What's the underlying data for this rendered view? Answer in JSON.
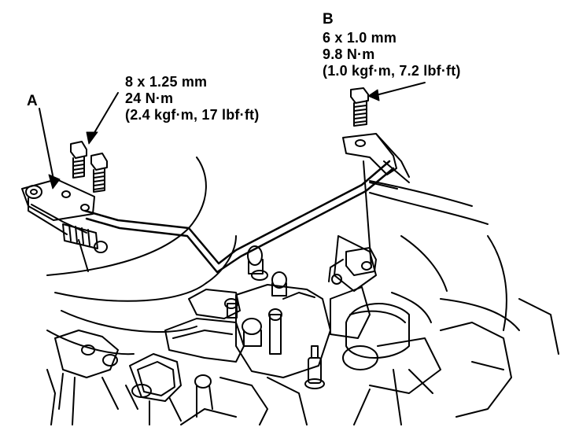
{
  "callouts": {
    "a": {
      "letter": "A",
      "size": "8 x 1.25 mm",
      "torque_nm": "24 N·m",
      "torque_alt": "(2.4 kgf·m, 17 lbf·ft)"
    },
    "b": {
      "letter": "B",
      "size": "6 x 1.0 mm",
      "torque_nm": "9.8 N·m",
      "torque_alt": "(1.0 kgf·m, 7.2 lbf·ft)"
    }
  },
  "colors": {
    "ink": "#000000",
    "paper": "#ffffff"
  }
}
